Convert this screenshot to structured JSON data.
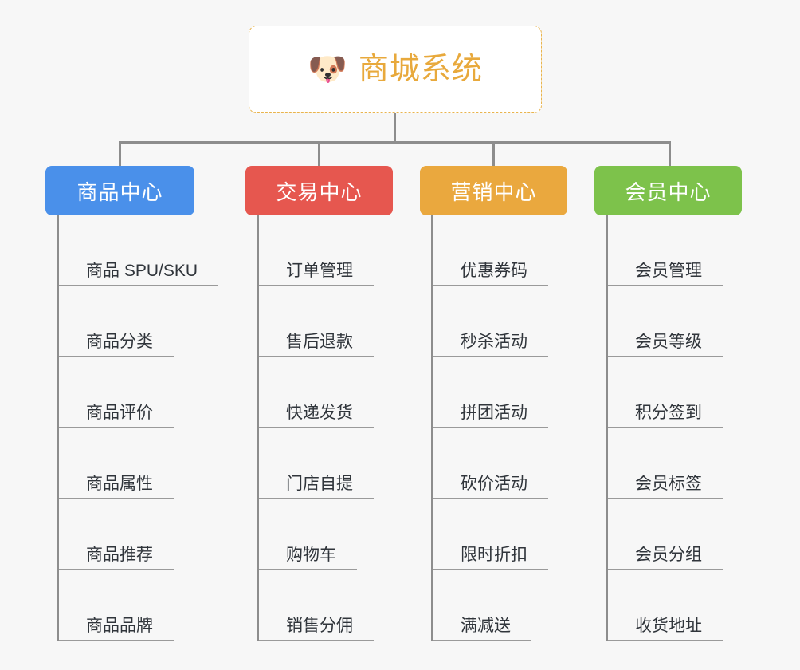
{
  "background_color": "#f7f7f7",
  "root": {
    "icon": "shiba-dog-face-emoji",
    "icon_glyph": "🐶",
    "title": "商城系统",
    "text_color": "#e8a93c",
    "border_color": "#e9b44d",
    "fill_color": "#ffffff"
  },
  "connector_color": "#8d8d8d",
  "columns": [
    {
      "id": "product-center",
      "label": "商品中心",
      "color": "#4a90ea",
      "items": [
        {
          "label": "商品 SPU/SKU"
        },
        {
          "label": "商品分类"
        },
        {
          "label": "商品评价"
        },
        {
          "label": "商品属性"
        },
        {
          "label": "商品推荐"
        },
        {
          "label": "商品品牌"
        }
      ]
    },
    {
      "id": "trade-center",
      "label": "交易中心",
      "color": "#e6574f",
      "items": [
        {
          "label": "订单管理"
        },
        {
          "label": "售后退款"
        },
        {
          "label": "快递发货"
        },
        {
          "label": "门店自提"
        },
        {
          "label": "购物车"
        },
        {
          "label": "销售分佣"
        }
      ]
    },
    {
      "id": "marketing-center",
      "label": "营销中心",
      "color": "#eaa83e",
      "items": [
        {
          "label": "优惠券码"
        },
        {
          "label": "秒杀活动"
        },
        {
          "label": "拼团活动"
        },
        {
          "label": "砍价活动"
        },
        {
          "label": "限时折扣"
        },
        {
          "label": "满减送"
        }
      ]
    },
    {
      "id": "member-center",
      "label": "会员中心",
      "color": "#7dc24b",
      "items": [
        {
          "label": "会员管理"
        },
        {
          "label": "会员等级"
        },
        {
          "label": "积分签到"
        },
        {
          "label": "会员标签"
        },
        {
          "label": "会员分组"
        },
        {
          "label": "收货地址"
        }
      ]
    }
  ]
}
